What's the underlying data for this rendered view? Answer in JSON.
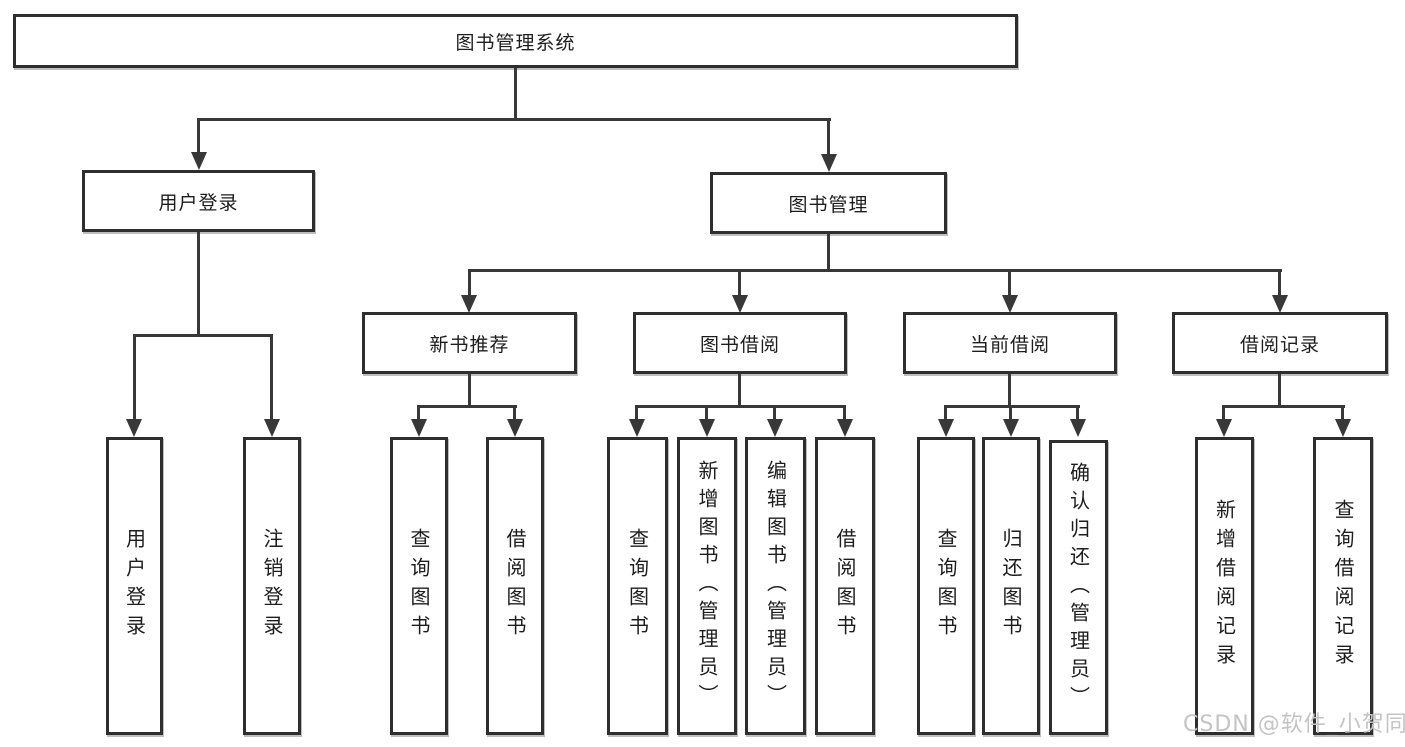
{
  "diagram": {
    "title": "图书管理系统",
    "root": "图书管理系统",
    "level2": [
      "用户登录",
      "图书管理"
    ],
    "level3": [
      "新书推荐",
      "图书借阅",
      "当前借阅",
      "借阅记录"
    ],
    "leaves": {
      "user": [
        "用户登录",
        "注销登录"
      ],
      "recommend": [
        "查询图书",
        "借阅图书"
      ],
      "borrow": [
        "查询图书",
        "新增图书（管理员）",
        "编辑图书（管理员）",
        "借阅图书"
      ],
      "current": [
        "查询图书",
        "归还图书",
        "确认归还（管理员）"
      ],
      "records": [
        "新增借阅记录",
        "查询借阅记录"
      ]
    }
  },
  "watermark": "CSDN @软件_小贺同学",
  "colors": {
    "line": "#383838",
    "box_border": "#2e2e2e",
    "text": "#1d1d1d",
    "watermark": "#c4c4c4",
    "background": "#ffffff"
  }
}
